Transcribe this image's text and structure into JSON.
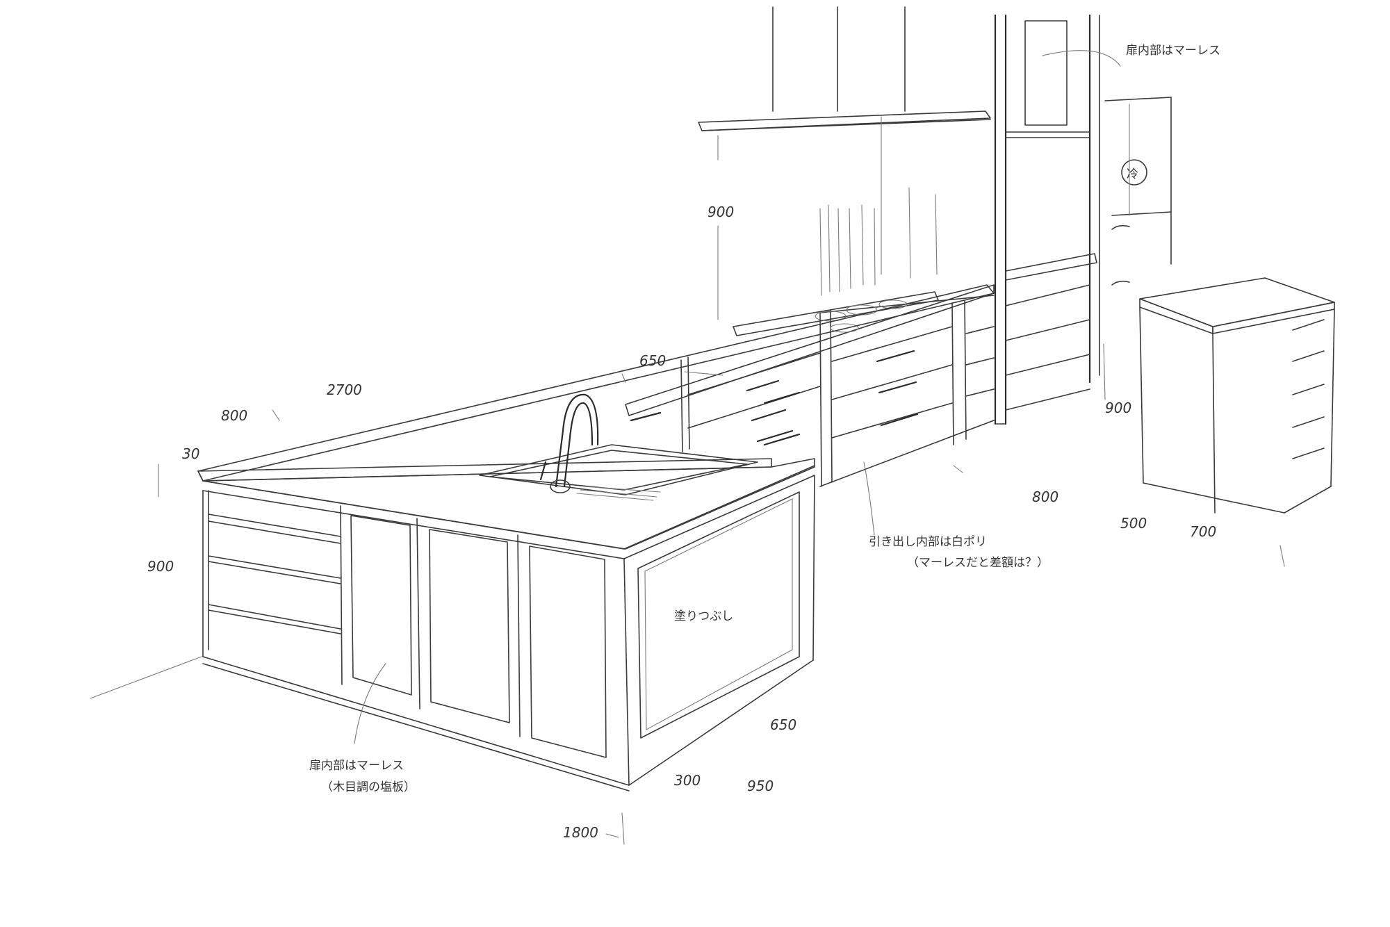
{
  "notes": {
    "upper_door_interior": "扉内部はマーレス",
    "drawer_interior": "引き出し内部は白ポリ",
    "drawer_interior_sub": "（マーレスだと差額は？）",
    "island_side_finish": "塗りつぶし",
    "island_door_interior": "扉内部はマーレス",
    "island_door_sub": "（木目調の塩板）",
    "fridge": "冷"
  },
  "dimensions": {
    "hood_height": "900",
    "counter_depth": "650",
    "back_counter_length": "2700",
    "island_width": "800",
    "island_height": "900",
    "island_top_thickness": "30",
    "back_width": "800",
    "side_table_height": "900",
    "side_table_depth": "500",
    "side_table_width": "700",
    "island_depth_650": "650",
    "island_overhang": "300",
    "island_side_950": "950",
    "island_length": "1800"
  },
  "colors": {
    "pencil": "#3a3a3a",
    "paper": "#ffffff"
  }
}
